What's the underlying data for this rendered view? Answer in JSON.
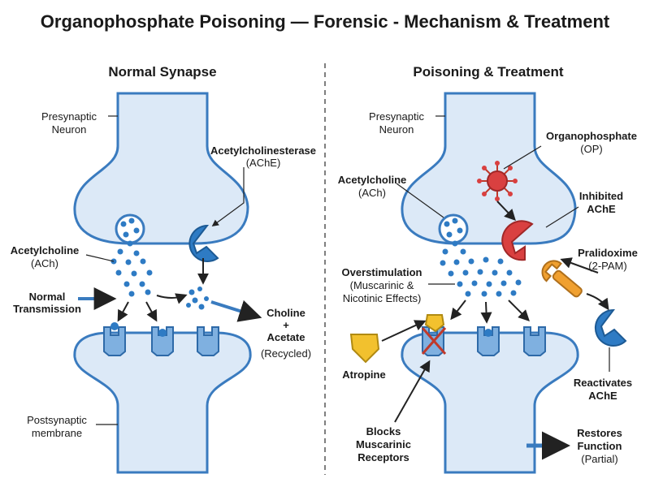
{
  "title": "Organophosphate Poisoning — Forensic - Mechanism & Treatment",
  "left": {
    "header": "Normal Synapse",
    "presynaptic": [
      "Presynaptic",
      "Neuron"
    ],
    "ache": [
      "Acetylcholinesterase",
      "(AChE)"
    ],
    "ach": [
      "Acetylcholine",
      "(ACh)"
    ],
    "normal_tx": [
      "Normal",
      "Transmission"
    ],
    "choline": [
      "Choline",
      "+",
      "Acetate",
      "(Recycled)"
    ],
    "postsynaptic": [
      "Postsynaptic",
      "membrane"
    ]
  },
  "right": {
    "header": "Poisoning & Treatment",
    "presynaptic": [
      "Presynaptic",
      "Neuron"
    ],
    "op": [
      "Organophosphate",
      "(OP)"
    ],
    "ach": [
      "Acetylcholine",
      "(ACh)"
    ],
    "inhibited": [
      "Inhibited",
      "AChE"
    ],
    "pralidoxime": [
      "Pralidoxime",
      "(2-PAM)"
    ],
    "overstim": [
      "Overstimulation",
      "(Muscarinic &",
      "Nicotinic Effects)"
    ],
    "atropine": "Atropine",
    "reactivates": [
      "Reactivates",
      "AChE"
    ],
    "blocks": [
      "Blocks",
      "Muscarinic",
      "Receptors"
    ],
    "restores": [
      "Restores",
      "Function",
      "(Partial)"
    ]
  },
  "colors": {
    "membrane_fill": "#dce9f7",
    "membrane_stroke": "#3a7bbf",
    "enzyme": "#2e7bc4",
    "inhibited": "#d94040",
    "atropine": "#f2c12e",
    "pralidoxime": "#f0a030",
    "arrow": "#3a7bbf"
  }
}
